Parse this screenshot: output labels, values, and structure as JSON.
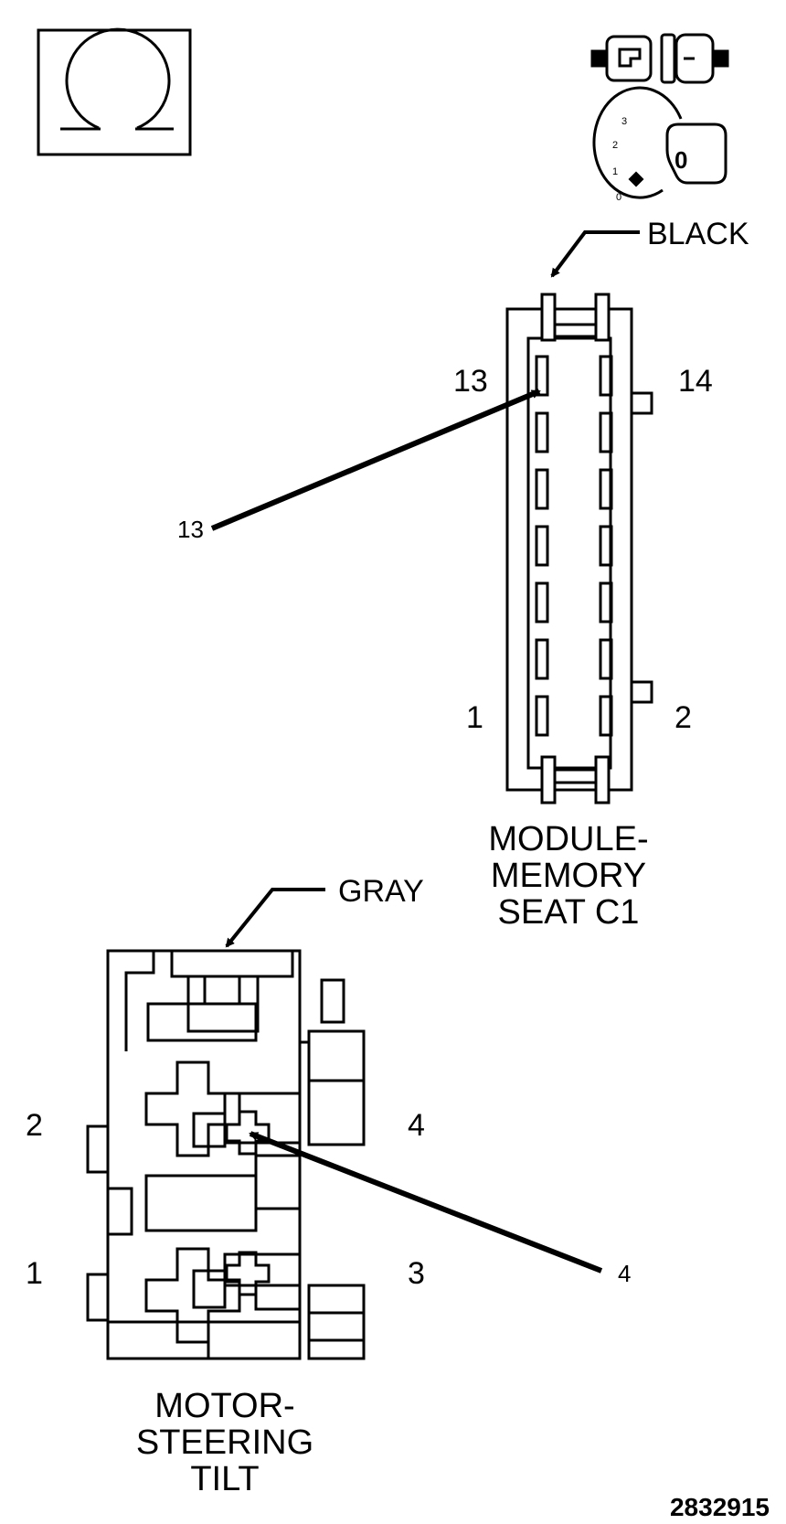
{
  "icons": {
    "ohm_meter": "ohm-symbol-icon",
    "connector_separate": "connector-disconnect-icon",
    "ignition": "ignition-key-off-icon"
  },
  "ignition": {
    "positions": [
      "3",
      "2",
      "1",
      "0"
    ],
    "key_label": "0"
  },
  "connector_c1": {
    "color_label": "BLACK",
    "pin_top_left": "13",
    "pin_top_right": "14",
    "pin_bottom_left": "1",
    "pin_bottom_right": "2",
    "probe_pin": "13",
    "name_lines": [
      "MODULE-",
      "MEMORY",
      "SEAT C1"
    ]
  },
  "connector_motor": {
    "color_label": "GRAY",
    "pin_2": "2",
    "pin_4": "4",
    "pin_1": "1",
    "pin_3": "3",
    "probe_pin": "4",
    "name_lines": [
      "MOTOR-",
      "STEERING",
      "TILT"
    ]
  },
  "figure_id": "2832915"
}
